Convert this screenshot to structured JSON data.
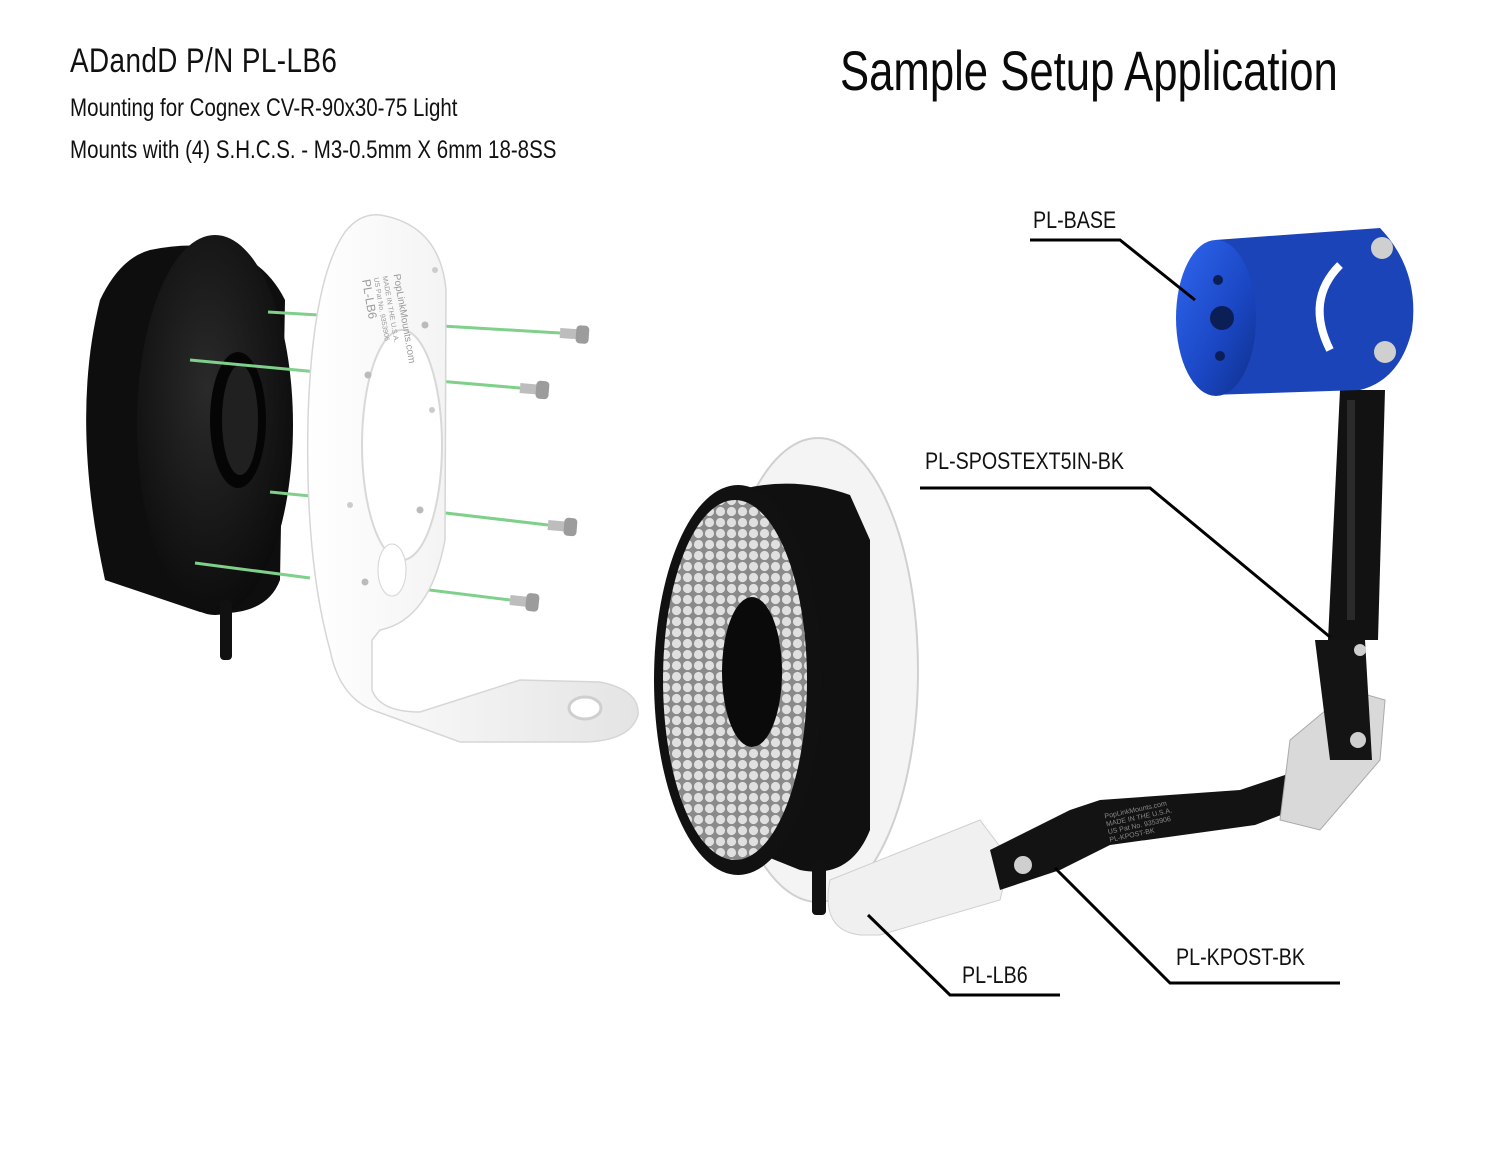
{
  "header": {
    "part_number": "ADandD P/N PL-LB6",
    "line1": "Mounting for Cognex CV-R-90x30-75 Light",
    "line2": "Mounts with (4) S.H.C.S. - M3-0.5mm X 6mm 18-8SS"
  },
  "title": "Sample Setup Application",
  "callouts": {
    "base": "PL-BASE",
    "spost": "PL-SPOSTEXT5IN-BK",
    "lb6": "PL-LB6",
    "kpost": "PL-KPOST-BK"
  },
  "bracket_engraving": {
    "model": "PL-LB6",
    "patent": "US Pat No. 9353906",
    "origin": "MADE IN THE U.S.A.",
    "site": "PopLinkMounts.com"
  },
  "kpost_engraving": {
    "model": "PL-KPOST-BK",
    "patent": "US Pat No. 9353906",
    "origin": "MADE IN THE U.S.A.",
    "site": "PopLinkMounts.com"
  },
  "colors": {
    "light_body": "#141414",
    "bracket": "#f2f2f2",
    "screw_guide": "#7fd08a",
    "base_blue": "#1e4fd0",
    "rod": "#111111",
    "led": "#cfcfcf"
  }
}
